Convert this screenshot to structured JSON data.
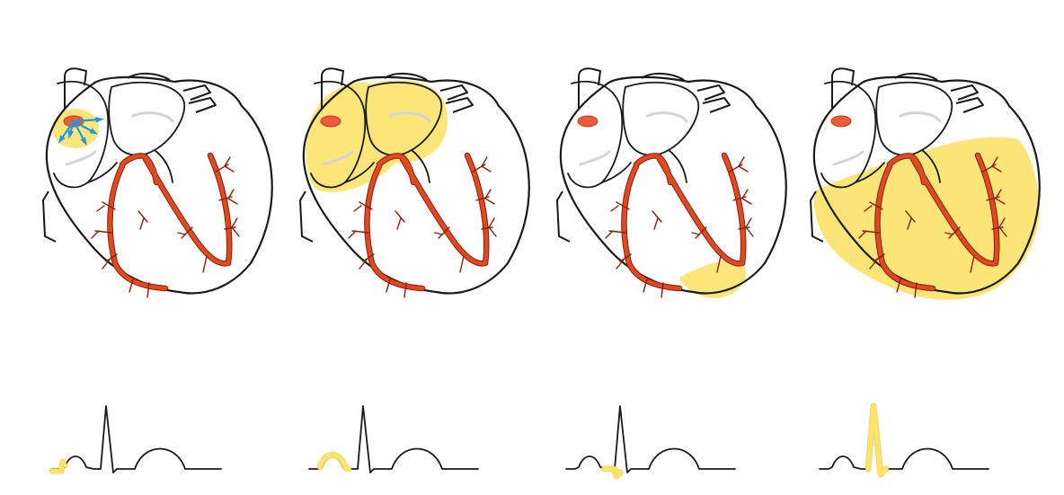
{
  "diagram": {
    "colors": {
      "outline": "#1a1a1a",
      "conduction": "#e04a22",
      "conduction_edge": "#8a1e08",
      "activation": "#fce36b",
      "activation_edge": "#d9b800",
      "sa_node": "#ea5c3a",
      "impulse_arrows": "#1e9be0",
      "chamber_shade": "#d4d4d4",
      "ecg_trace": "#1a1a1a",
      "ecg_highlight": "#fce36b"
    },
    "stages": [
      {
        "highlight_region": "sa-node-impulse",
        "ecg_segment": "baseline-before-p",
        "arrows": true
      },
      {
        "highlight_region": "atria",
        "ecg_segment": "p-wave",
        "arrows": false
      },
      {
        "highlight_region": "ventricular-apex",
        "ecg_segment": "pq-to-q",
        "arrows": false
      },
      {
        "highlight_region": "ventricles",
        "ecg_segment": "qrs-complex",
        "arrows": false
      }
    ]
  }
}
